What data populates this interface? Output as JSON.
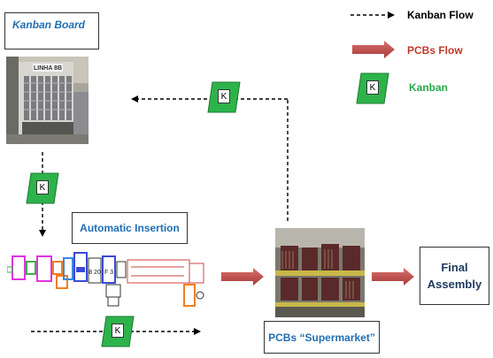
{
  "labels": {
    "kanban_board": "Kanban Board",
    "automatic_insertion": "Automatic Insertion",
    "pcbs_supermarket": "PCBs “Supermarket”",
    "final_assembly_line1": "Final",
    "final_assembly_line2": "Assembly",
    "photo_sign": "LINHA 8B",
    "machine_tag_1": "8 20",
    "machine_tag_2": "F 3"
  },
  "legend": {
    "kanban_flow": "Kanban Flow",
    "pcbs_flow": "PCBs Flow",
    "kanban": "Kanban"
  },
  "kanban_card_letter": "K",
  "colors": {
    "kanban_green": "#2db34a",
    "pcb_arrow": "#c0504d",
    "blue_text": "#1f6fb5",
    "red_text": "#c0392b",
    "green_text": "#2aa84a"
  }
}
